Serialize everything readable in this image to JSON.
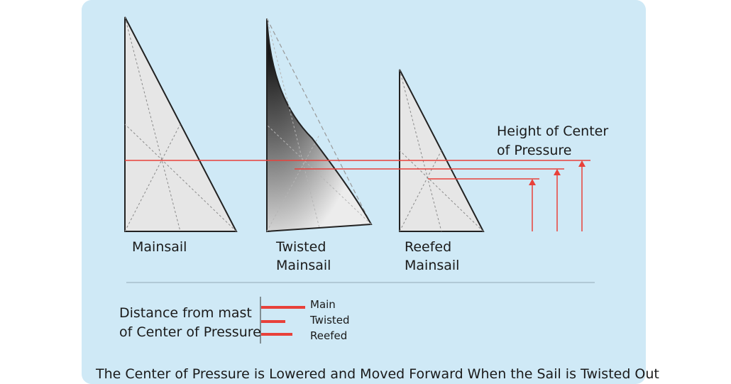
{
  "labels": {
    "mainsail": "Mainsail",
    "twisted_line1": "Twisted",
    "twisted_line2": "Mainsail",
    "reefed_line1": "Reefed",
    "reefed_line2": "Mainsail",
    "height_line1": "Height of Center",
    "height_line2": "of Pressure"
  },
  "legend": {
    "title_line1": "Distance from mast",
    "title_line2": "of Center of Pressure",
    "items": [
      {
        "label": "Main",
        "relative_length": 1.0
      },
      {
        "label": "Twisted",
        "relative_length": 0.5
      },
      {
        "label": "Reefed",
        "relative_length": 0.75
      }
    ]
  },
  "caption": "The Center of Pressure is  Lowered and Moved Forward When the Sail is Twisted Out",
  "colors": {
    "panel": "#cfe9f6",
    "sail_fill": "#e6e6e6",
    "sail_outline": "#222222",
    "pressure_line": "#e8413a",
    "divider": "#9fb6c4"
  }
}
